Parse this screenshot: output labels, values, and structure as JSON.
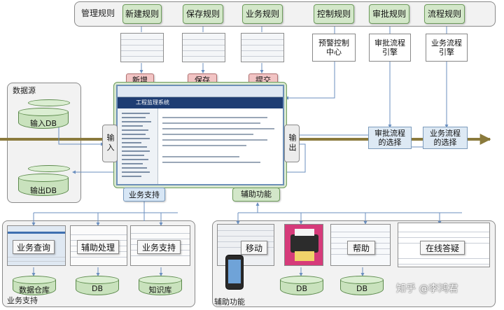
{
  "top_panel": {
    "title": "管理规则",
    "rules": [
      "新建规则",
      "保存规则",
      "业务规则",
      "控制规则",
      "审批规则",
      "流程规则"
    ]
  },
  "rule_outcomes": {
    "control": "预警控制\n中心",
    "approval": "审批流程\n引擎",
    "process": "业务流程\n引擎"
  },
  "actions": [
    "新增",
    "保存",
    "提交"
  ],
  "data_source": {
    "title": "数据源",
    "input_db": "输入DB",
    "output_db": "输出DB"
  },
  "center": {
    "input": "输入",
    "output": "输出",
    "app_title": "工程监理系统",
    "business_support_tag": "业务支持",
    "aux_function_tag": "辅助功能"
  },
  "selections": [
    "审批流程\n的选择",
    "业务流程\n的选择"
  ],
  "bottom_left": {
    "title": "业务支持",
    "modules": [
      "业务查询",
      "辅助处理",
      "业务支持"
    ],
    "stores": [
      "数据仓库",
      "DB",
      "知识库"
    ]
  },
  "bottom_right": {
    "title": "辅助功能",
    "modules": [
      "移动",
      "帮助",
      "在线答疑"
    ],
    "stores": [
      "DB",
      "DB"
    ]
  },
  "watermark": "知乎 @李鸿君",
  "colors": {
    "flow_arrow": "#8a7a3c",
    "connector": "#6b8fbf",
    "green_box": "#d3e7c9",
    "pink_box": "#f2c4c4",
    "blue_box": "#d7e6f5"
  }
}
